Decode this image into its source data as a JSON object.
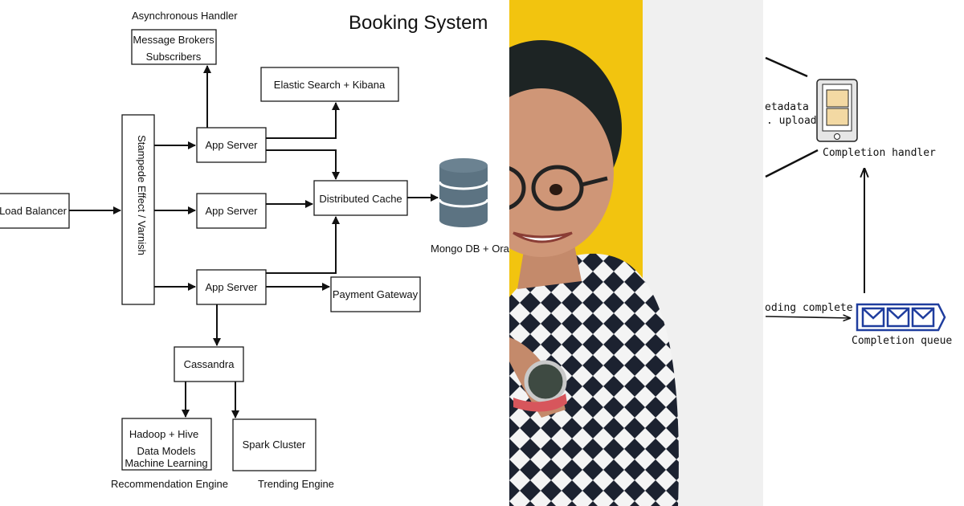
{
  "diagram": {
    "title": "Booking System",
    "async_handler_label": "Asynchronous Handler",
    "message_brokers": [
      "Message Brokers",
      "Subscribers"
    ],
    "elastic_search": "Elastic Search  + Kibana",
    "load_balancer": "Load Balancer",
    "stampede": "Stampede Effect / Varnish",
    "app_server_1": "App Server",
    "app_server_2": "App Server",
    "app_server_3": "App Server",
    "distributed_cache": "Distributed Cache",
    "database_label": "Mongo DB + Orac",
    "payment_gateway": "Payment Gateway",
    "cassandra": "Cassandra",
    "hadoop": [
      "Hadoop + Hive",
      "Data Models",
      "Machine Learning"
    ],
    "spark": "Spark Cluster",
    "recommendation_engine": "Recommendation Engine",
    "trending_engine": "Trending Engine"
  },
  "sketch": {
    "metadata_lines": [
      "etadata",
      ". upload"
    ],
    "completion_handler": "Completion handler",
    "encoding_complete": "oding complete",
    "completion_queue": "Completion queue"
  },
  "colors": {
    "accent_yellow": "#f2c40f",
    "database_blue": "#5c7382",
    "queue_blue": "#1f3d9e",
    "panel_gray": "#f0f0f0"
  }
}
